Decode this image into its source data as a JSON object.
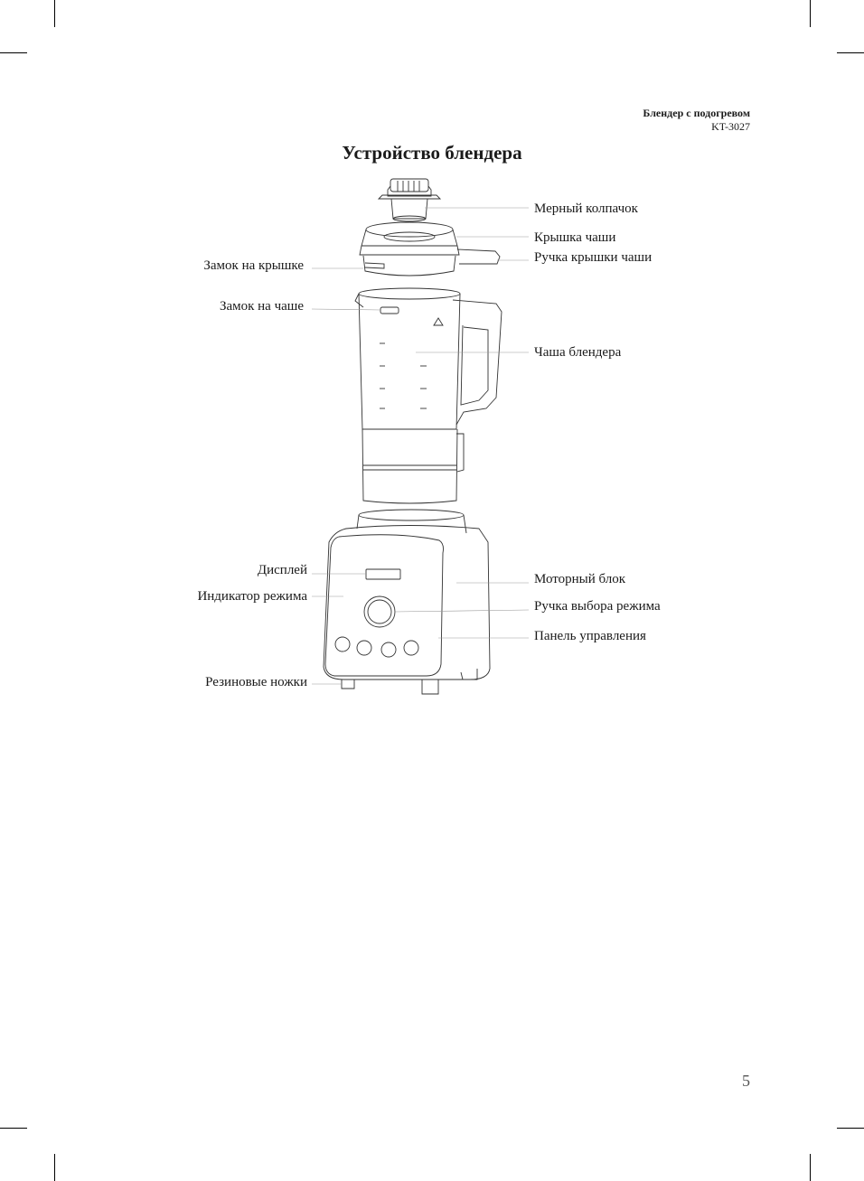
{
  "header": {
    "product": "Блендер с подогревом",
    "model": "KT-3027"
  },
  "title": "Устройство блендера",
  "labels": {
    "measuring_cap": "Мерный колпачок",
    "jar_lid": "Крышка чаши",
    "lid_handle": "Ручка крышки чаши",
    "lid_lock": "Замок на крышке",
    "jar_lock": "Замок на чаше",
    "jar": "Чаша блендера",
    "display": "Дисплей",
    "mode_indicator": "Индикатор режима",
    "motor_unit": "Моторный блок",
    "mode_knob": "Ручка выбора режима",
    "control_panel": "Панель управления",
    "rubber_feet": "Резиновые ножки"
  },
  "page_number": "5"
}
